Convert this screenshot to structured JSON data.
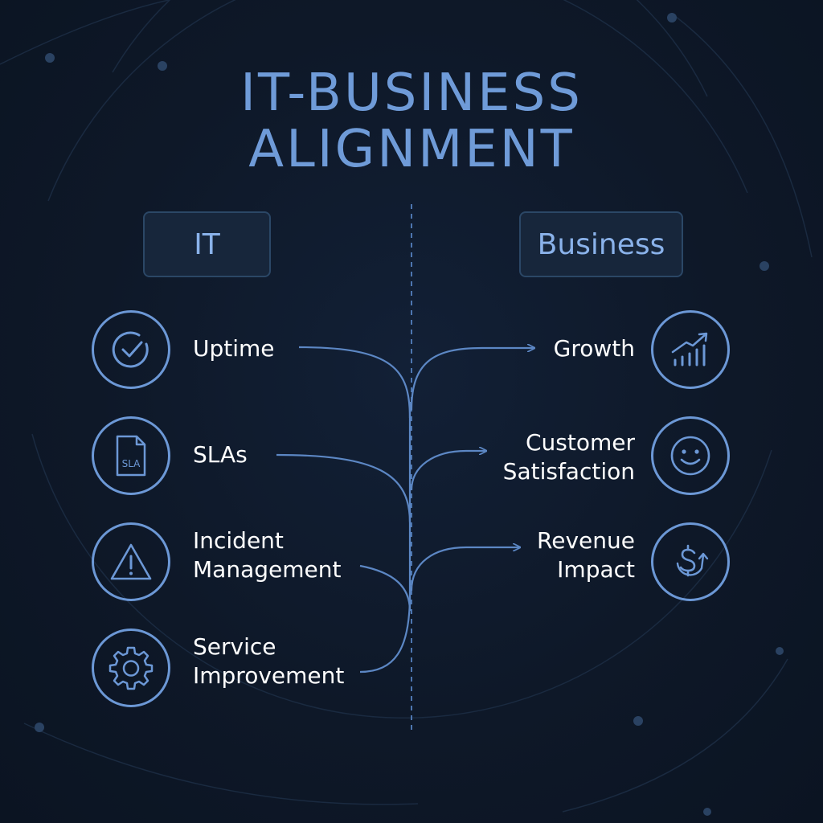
{
  "title": {
    "line1": "IT-BUSINESS",
    "line2": "ALIGNMENT"
  },
  "columns": {
    "it": "IT",
    "business": "Business"
  },
  "it_items": [
    {
      "lines": [
        "Uptime"
      ],
      "icon": "check-circle-icon"
    },
    {
      "lines": [
        "SLAs"
      ],
      "icon": "sla-document-icon",
      "icon_text": "SLA"
    },
    {
      "lines": [
        "Incident",
        "Management"
      ],
      "icon": "warning-triangle-icon"
    },
    {
      "lines": [
        "Service",
        "Improvement"
      ],
      "icon": "gear-icon"
    }
  ],
  "business_items": [
    {
      "lines": [
        "Growth"
      ],
      "icon": "growth-chart-icon"
    },
    {
      "lines": [
        "Customer",
        "Satisfaction"
      ],
      "icon": "smiley-icon"
    },
    {
      "lines": [
        "Revenue",
        "Impact"
      ],
      "icon": "dollar-cycle-icon"
    }
  ],
  "colors": {
    "background": "#0e1828",
    "accent": "#6c98d6",
    "title": "#6f9bd8",
    "text": "#ffffff"
  }
}
